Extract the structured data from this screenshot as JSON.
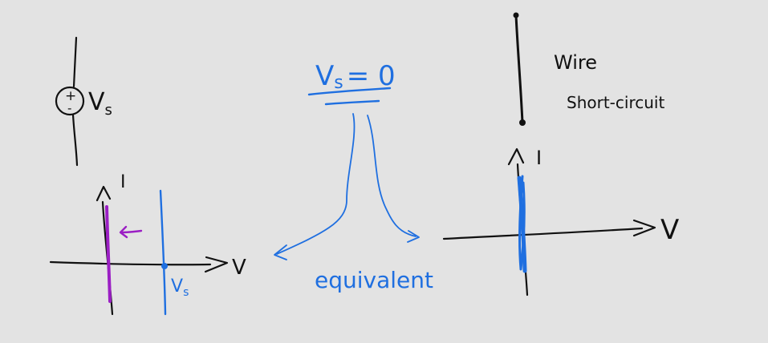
{
  "colors": {
    "background": "#e3e3e3",
    "black_ink": "#111111",
    "blue_ink": "#1f6fe0",
    "purple_ink": "#9b1fc4"
  },
  "source_symbol": {
    "plus": "+",
    "minus": "-",
    "label_main": "V",
    "label_sub": "s"
  },
  "left_graph": {
    "y_axis_label": "I",
    "x_axis_label": "V",
    "vs_tick_main": "V",
    "vs_tick_sub": "s"
  },
  "center_note": {
    "vs_main": "V",
    "vs_sub": "s",
    "equals": "= 0",
    "equivalent": "equivalent"
  },
  "wire": {
    "title": "Wire",
    "subtitle": "Short-circuit"
  },
  "right_graph": {
    "y_axis_label": "I",
    "x_axis_label": "V"
  }
}
